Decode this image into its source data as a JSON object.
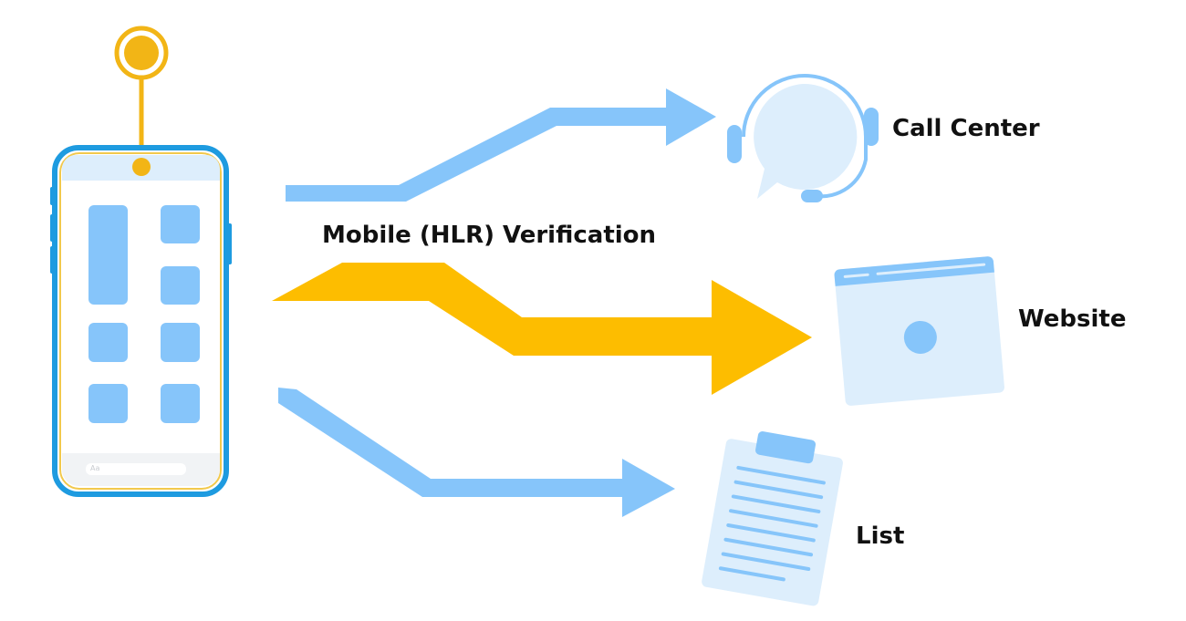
{
  "title": "Mobile (HLR) Verification",
  "destinations": [
    {
      "label": "Call Center",
      "icon": "headset-chat-icon"
    },
    {
      "label": "Website",
      "icon": "browser-window-icon"
    },
    {
      "label": "List",
      "icon": "clipboard-list-icon"
    }
  ],
  "phone": {
    "search_placeholder": "Aa"
  },
  "colors": {
    "blue": "#86c5fa",
    "light_blue": "#ddeefc",
    "yellow": "#fdbd00",
    "phone_frame": "#1e9be0"
  }
}
